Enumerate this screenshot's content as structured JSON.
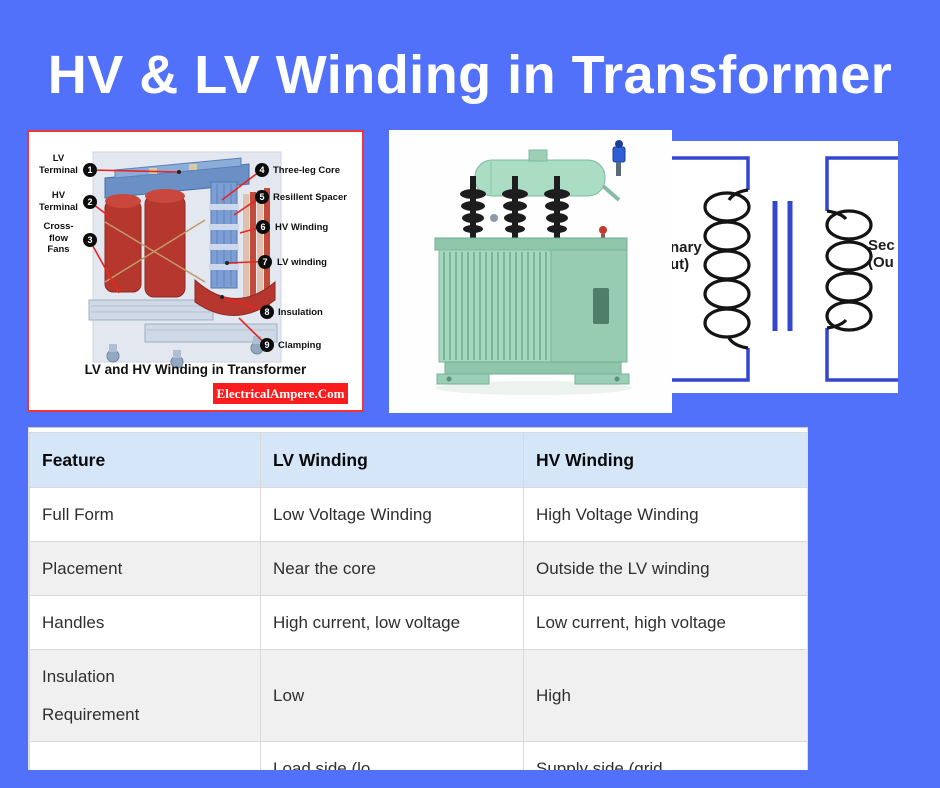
{
  "title": "HV & LV Winding in Transformer",
  "left_diagram": {
    "labels_left": [
      {
        "num": "1",
        "text": "LV\nTerminal"
      },
      {
        "num": "2",
        "text": "HV\nTerminal"
      },
      {
        "num": "3",
        "text": "Cross-\nflow\nFans"
      }
    ],
    "labels_right": [
      {
        "num": "4",
        "text": "Three-leg Core"
      },
      {
        "num": "5",
        "text": "Resillent Spacer"
      },
      {
        "num": "6",
        "text": "HV Winding"
      },
      {
        "num": "7",
        "text": "LV winding"
      },
      {
        "num": "8",
        "text": "Insulation"
      },
      {
        "num": "9",
        "text": "Clamping"
      }
    ],
    "caption": "LV and HV Winding in Transformer",
    "watermark": "ElectricalAmpere.Com"
  },
  "circuit": {
    "left_label_fragment": "nary\nut)",
    "right_label_fragment": "Sec\n(Ou"
  },
  "table": {
    "headers": [
      "Feature",
      "LV Winding",
      "HV Winding"
    ],
    "rows": [
      [
        "Full Form",
        "Low Voltage Winding",
        "High Voltage Winding"
      ],
      [
        "Placement",
        "Near the core",
        "Outside the LV winding"
      ],
      [
        "Handles",
        "High current, low voltage",
        "Low current, high voltage"
      ],
      [
        "Insulation\nRequirement",
        "Low",
        "High"
      ],
      [
        "",
        "Load side (lo",
        "Supply side (grid"
      ]
    ]
  },
  "colors": {
    "page_background": "#5271fb",
    "title_text": "#ffffff",
    "diagram_border_red": "#f23434",
    "watermark_red": "#fb1d1d",
    "winding_red": "#b5372d",
    "core_blue": "#7b9fd4",
    "circuit_wire_blue": "#3346cf",
    "transformer_green": "#a5d8bf",
    "table_header_bg": "#d6e6f9",
    "table_alt_row_bg": "#f0f0f0"
  }
}
